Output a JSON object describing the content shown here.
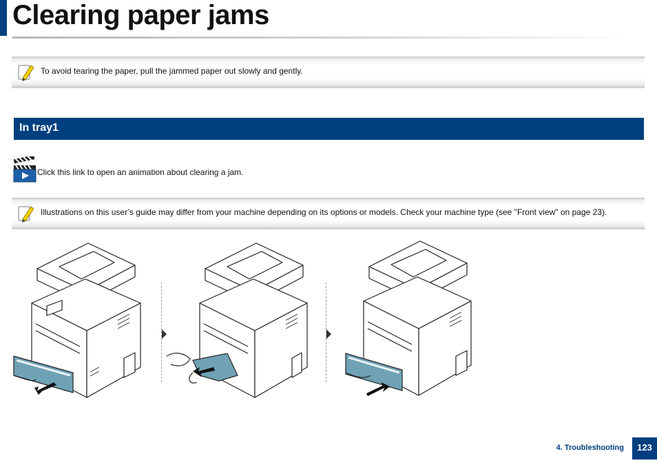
{
  "page": {
    "title": "Clearing paper jams"
  },
  "notes": [
    {
      "text": "To avoid tearing the paper, pull the jammed paper out slowly and gently."
    },
    {
      "text": "Illustrations on this user’s guide may differ from your machine depending on its options or models. Check your machine type (see \"Front view\" on page 23)."
    }
  ],
  "section": {
    "title": "In tray1"
  },
  "animation": {
    "link_text": "Click this link to open an animation about clearing a jam."
  },
  "footer": {
    "chapter": "4. Troubleshooting",
    "page_number": "123"
  },
  "colors": {
    "brand_blue": "#003f7f",
    "tray_teal": "#6fa2b5"
  },
  "icons": {
    "note": "pencil-note-icon",
    "animation": "clapperboard-play-icon"
  }
}
